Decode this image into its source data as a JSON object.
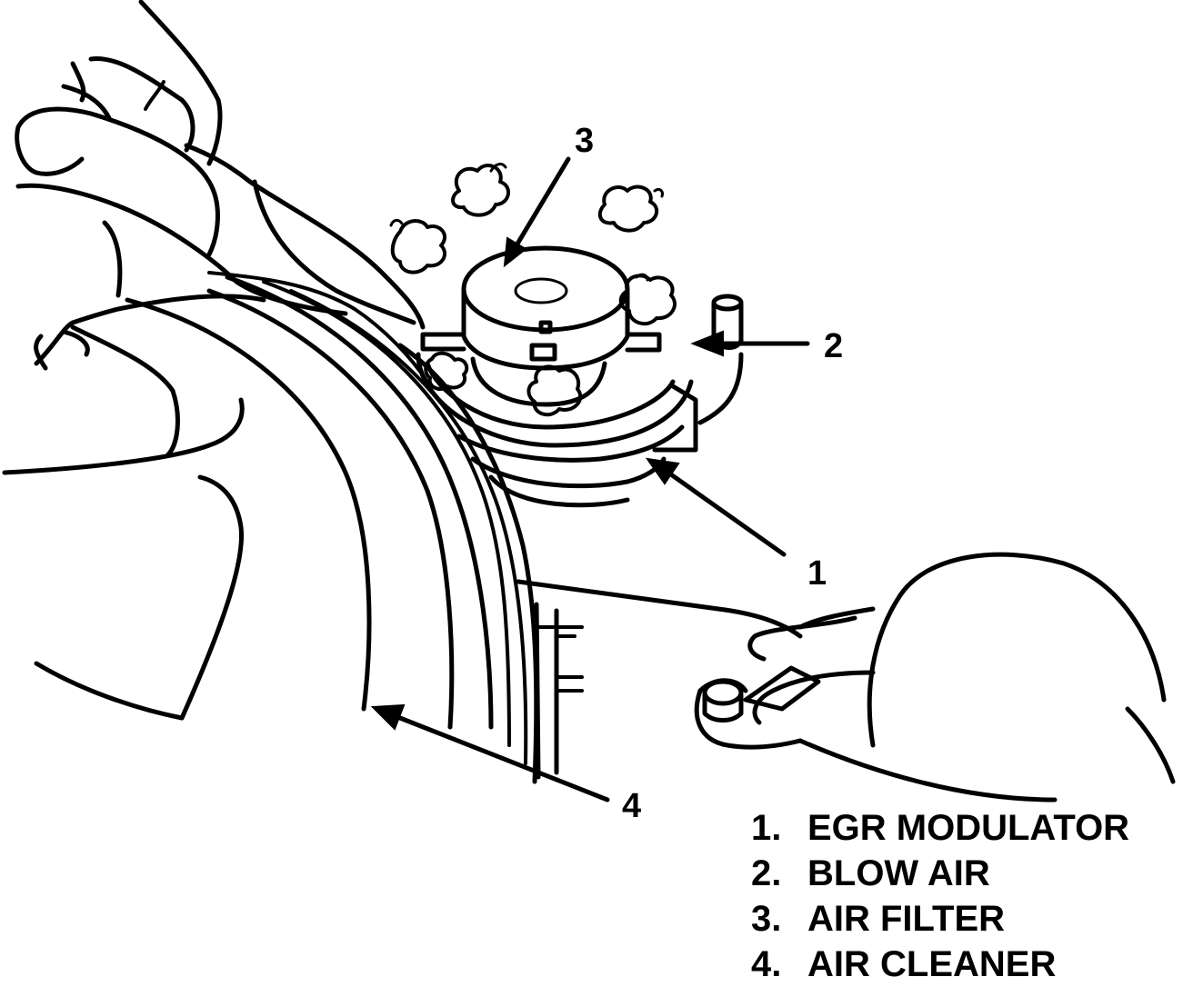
{
  "callouts": {
    "c1": "1",
    "c2": "2",
    "c3": "3",
    "c4": "4"
  },
  "legend": [
    {
      "num": "1.",
      "label": "EGR MODULATOR"
    },
    {
      "num": "2.",
      "label": "BLOW AIR"
    },
    {
      "num": "3.",
      "label": "AIR FILTER"
    },
    {
      "num": "4.",
      "label": "AIR CLEANER"
    }
  ],
  "colors": {
    "ink": "#000000",
    "paper": "#ffffff"
  }
}
